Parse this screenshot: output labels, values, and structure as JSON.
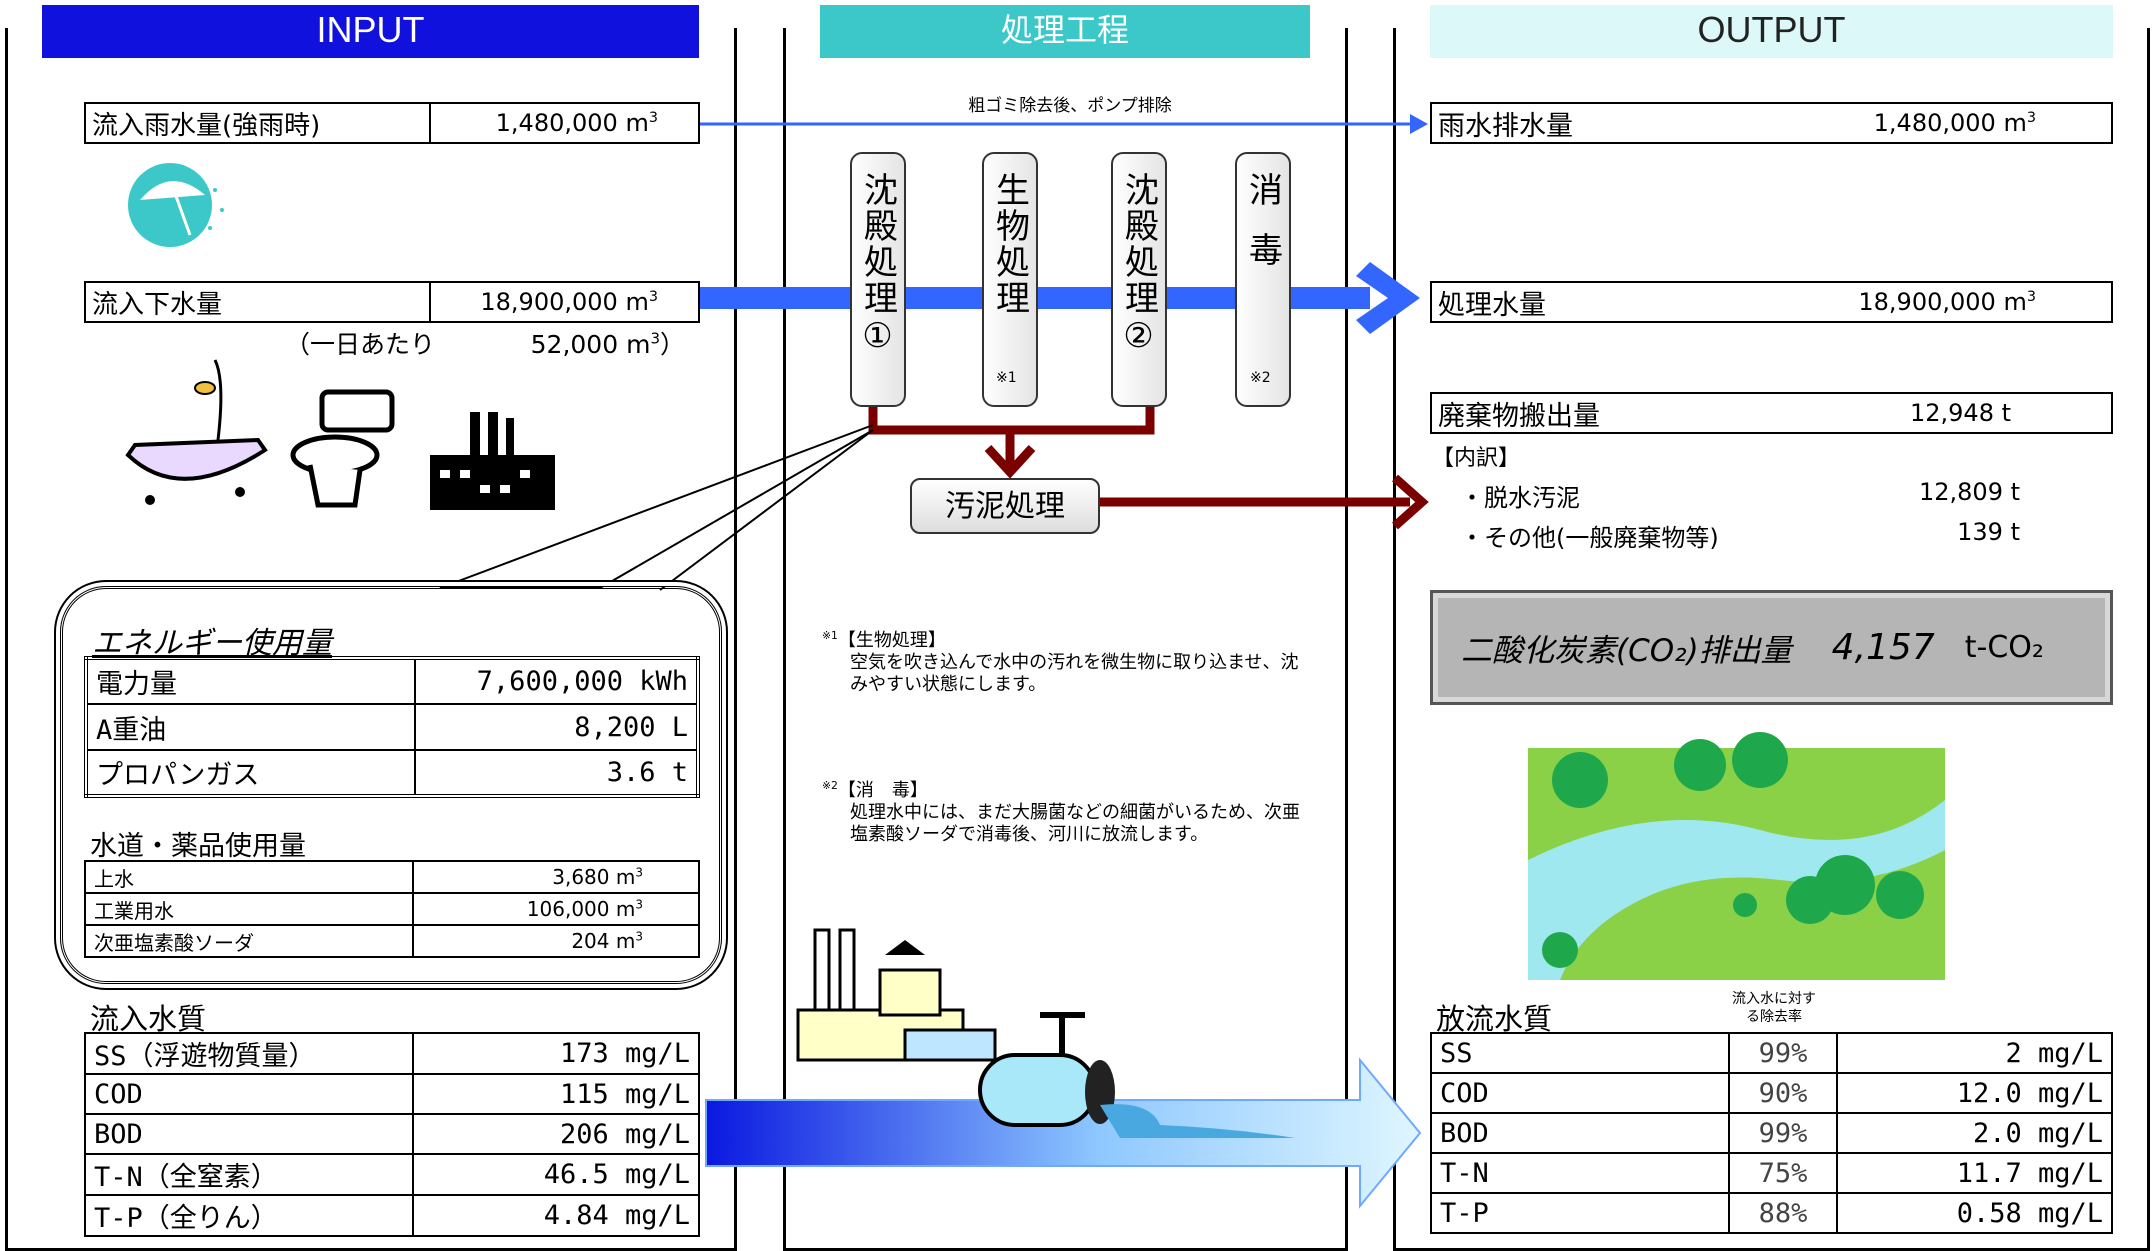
{
  "headers": {
    "input": "INPUT",
    "process": "処理工程",
    "output": "OUTPUT"
  },
  "input": {
    "rain_label": "流入雨水量(強雨時)",
    "rain_value": "1,480,000",
    "sewage_label": "流入下水量",
    "sewage_value": "18,900,000",
    "unit_m3": "m",
    "unit_sup": "3",
    "daily_prefix": "（一日あたり",
    "daily_value": "52,000",
    "daily_suffix": "）",
    "energy_title": "エネルギー使用量",
    "energy": [
      {
        "label": "電力量",
        "value": "7,600,000 kWh"
      },
      {
        "label": "A重油",
        "value": "8,200 L"
      },
      {
        "label": "プロパンガス",
        "value": "3.6 t"
      }
    ],
    "water_title": "水道・薬品使用量",
    "water": [
      {
        "label": "上水",
        "value": "3,680"
      },
      {
        "label": "工業用水",
        "value": "106,000"
      },
      {
        "label": "次亜塩素酸ソーダ",
        "value": "204"
      }
    ],
    "quality_title": "流入水質",
    "quality": [
      {
        "label": "SS（浮遊物質量）",
        "value": "173 mg/L"
      },
      {
        "label": "COD",
        "value": "115 mg/L"
      },
      {
        "label": "BOD",
        "value": "206 mg/L"
      },
      {
        "label": "T-N（全窒素）",
        "value": "46.5 mg/L"
      },
      {
        "label": "T-P（全りん）",
        "value": "4.84 mg/L"
      }
    ]
  },
  "process": {
    "pump_note": "粗ゴミ除去後、ポンプ排除",
    "steps": [
      {
        "text": "沈殿処理①",
        "mark": ""
      },
      {
        "text": "生物処理",
        "mark": "※1"
      },
      {
        "text": "沈殿処理②",
        "mark": ""
      },
      {
        "text": "消毒",
        "mark": "※2"
      }
    ],
    "sludge": "汚泥処理",
    "note1_mark": "※1",
    "note1_title": "【生物処理】",
    "note1_body": "空気を吹き込んで水中の汚れを微生物に取り込ませ、沈みやすい状態にします。",
    "note2_mark": "※2",
    "note2_title": "【消　毒】",
    "note2_body": "処理水中には、まだ大腸菌などの細菌がいるため、次亜塩素酸ソーダで消毒後、河川に放流します。"
  },
  "output": {
    "rain_label": "雨水排水量",
    "rain_value": "1,480,000",
    "treated_label": "処理水量",
    "treated_value": "18,900,000",
    "waste_label": "廃棄物搬出量",
    "waste_value": "12,948 t",
    "breakdown_title": "【内訳】",
    "breakdown": [
      {
        "label": "・脱水汚泥",
        "value": "12,809 t"
      },
      {
        "label": "・その他(一般廃棄物等)",
        "value": "139 t"
      }
    ],
    "co2_label": "二酸化炭素(CO₂)排出量",
    "co2_value": "4,157",
    "co2_unit": "t-CO₂",
    "quality_title": "放流水質",
    "removal_header": "流入水に対する除去率",
    "quality": [
      {
        "label": "SS",
        "rate": "99%",
        "value": "2 mg/L"
      },
      {
        "label": "COD",
        "rate": "90%",
        "value": "12.0 mg/L"
      },
      {
        "label": "BOD",
        "rate": "99%",
        "value": "2.0 mg/L"
      },
      {
        "label": "T-N",
        "rate": "75%",
        "value": "11.7 mg/L"
      },
      {
        "label": "T-P",
        "rate": "88%",
        "value": "0.58 mg/L"
      }
    ]
  },
  "colors": {
    "input_header": "#1111dd",
    "process_header": "#3cc8c8",
    "output_header": "#dcf8f8",
    "flow": "#3366ff",
    "sludge": "#7a0000"
  }
}
